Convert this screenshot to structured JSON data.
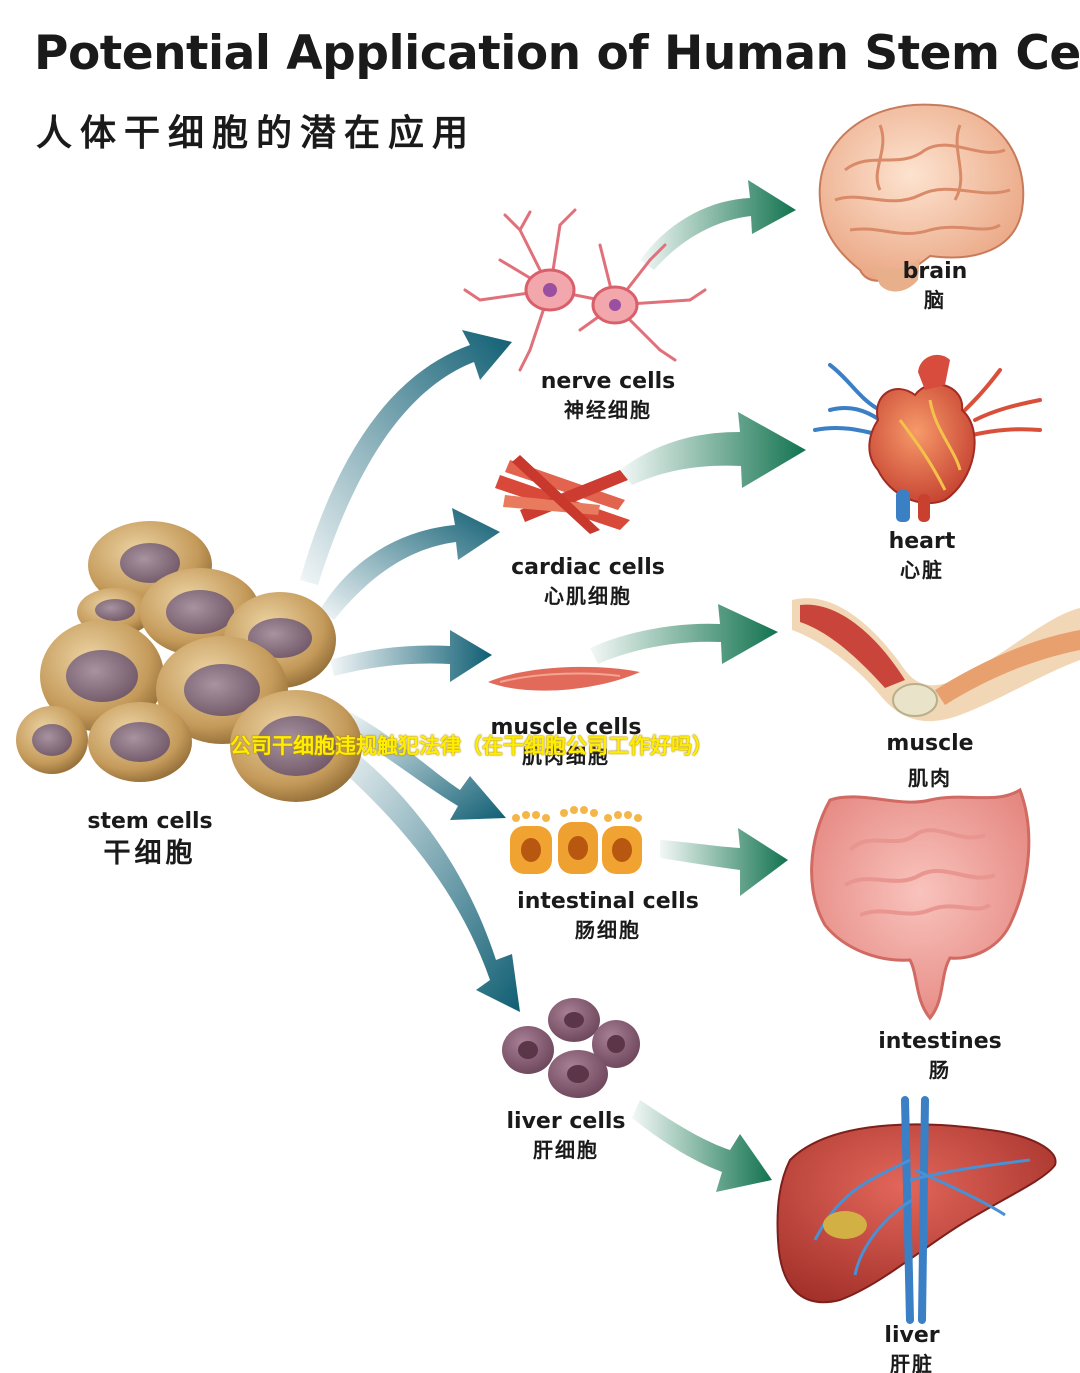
{
  "header": {
    "title": "Potential Application of Human Stem Cells",
    "subtitle": "人体干细胞的潜在应用"
  },
  "source": {
    "en": "stem cells",
    "zh": "干细胞"
  },
  "cells": [
    {
      "en": "nerve cells",
      "zh": "神经细胞"
    },
    {
      "en": "cardiac cells",
      "zh": "心肌细胞"
    },
    {
      "en": "muscle cells",
      "zh": "肌肉细胞"
    },
    {
      "en": "intestinal cells",
      "zh": "肠细胞"
    },
    {
      "en": "liver cells",
      "zh": "肝细胞"
    }
  ],
  "organs": [
    {
      "en": "brain",
      "zh": "脑"
    },
    {
      "en": "heart",
      "zh": "心脏"
    },
    {
      "en": "muscle",
      "zh": "肌肉"
    },
    {
      "en": "intestines",
      "zh": "肠"
    },
    {
      "en": "liver",
      "zh": "肝脏"
    }
  ],
  "overlay": {
    "watermark": "公司干细胞违规触犯法律（在干细胞公司工作好吗）"
  },
  "colors": {
    "arrow_teal": "#0f5e73",
    "arrow_green": "#12734f",
    "cell_tan": "#c49a5a",
    "nucleus": "#8a6f7e"
  }
}
